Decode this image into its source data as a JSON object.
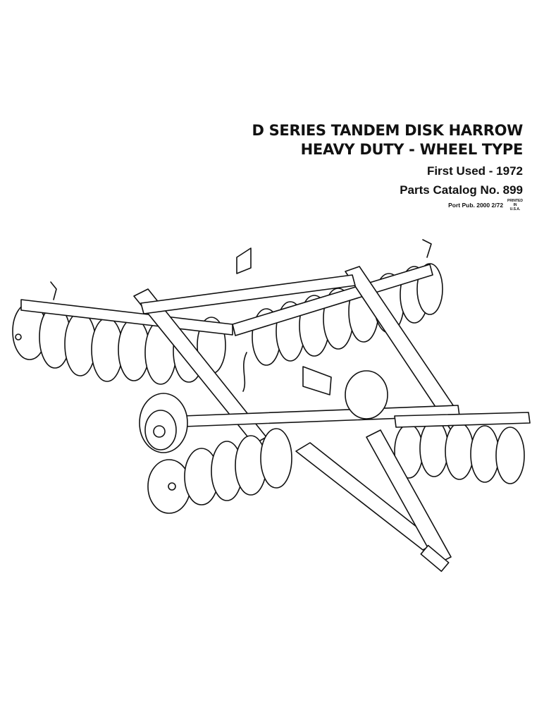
{
  "document": {
    "title_line1": "D SERIES TANDEM DISK HARROW",
    "title_line2": "HEAVY DUTY - WHEEL TYPE",
    "first_used": "First Used - 1972",
    "catalog": "Parts Catalog No. 899",
    "publication": "Port Pub. 2000  2/72",
    "printed_stamp": {
      "line1": "PRINTED",
      "line2": "IN",
      "line3": "U.S.A."
    }
  },
  "illustration": {
    "subject": "tandem disk harrow line drawing",
    "colors": {
      "ink": "#111111",
      "paper": "#ffffff"
    }
  }
}
